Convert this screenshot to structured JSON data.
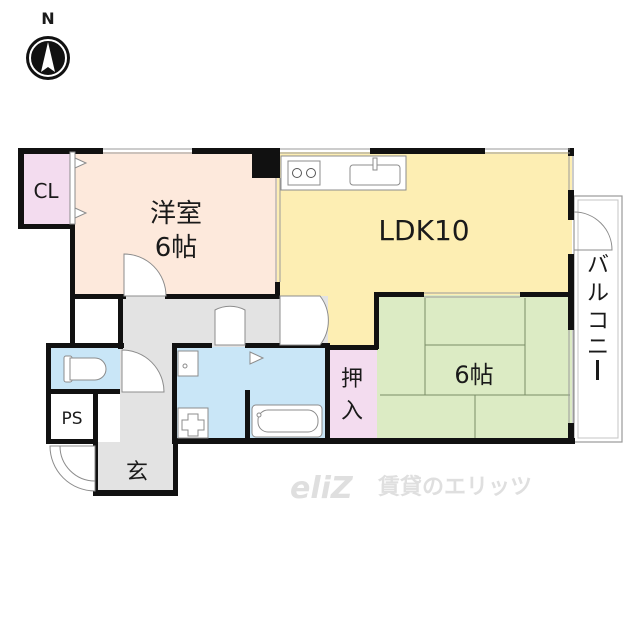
{
  "compass": {
    "label": "N",
    "icon": "north-arrow-icon"
  },
  "rooms": {
    "closet_cl": {
      "label": "CL",
      "color": "#f3dcef"
    },
    "western_room": {
      "label_line1": "洋室",
      "label_line2": "6帖",
      "color": "#fde9dc"
    },
    "ldk": {
      "label": "LDK10",
      "color": "#fdeeb3"
    },
    "japanese_room": {
      "label": "6帖",
      "color": "#dcebc4"
    },
    "oshiire": {
      "label_line1": "押",
      "label_line2": "入",
      "color": "#f3dcef"
    },
    "balcony": {
      "label": "バルコニー",
      "chars": [
        "バ",
        "ル",
        "コ",
        "ニ",
        "ー"
      ]
    },
    "ps": {
      "label": "PS"
    },
    "genkan": {
      "label": "玄",
      "color": "#e3e3e3"
    },
    "hallway": {
      "color": "#e3e3e3"
    },
    "toilet": {
      "color": "#c9e6f7"
    },
    "washroom": {
      "color": "#c9e6f7"
    },
    "bathroom": {
      "color": "#c9e6f7"
    }
  },
  "watermark": {
    "logo": "eliZ",
    "text": "賃貸のエリッツ",
    "color": "#dcdcdc"
  },
  "colors": {
    "wall": "#111111",
    "window": "#9a9a9a",
    "fixture": "#8c8c8c"
  }
}
